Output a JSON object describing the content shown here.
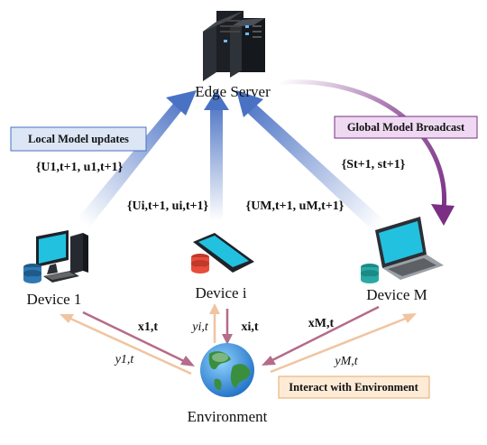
{
  "nodes": {
    "server": "Edge Server",
    "device1": "Device 1",
    "device_i": "Device i",
    "device_m": "Device M",
    "environment": "Environment"
  },
  "boxes": {
    "local_updates": "Local Model updates",
    "global_broadcast": "Global Model Broadcast",
    "interact_env": "Interact with Environment"
  },
  "uplink_labels": {
    "device1": "{U1,t+1, u1,t+1}",
    "device_i": "{Ui,t+1, ui,t+1}",
    "device_m": "{UM,t+1, uM,t+1}",
    "broadcast": "{St+1, st+1}"
  },
  "env_labels": {
    "x1": "x1,t",
    "y1": "y1,t",
    "xi": "xi,t",
    "yi": "yi,t",
    "xm": "xM,t",
    "ym": "yM,t"
  },
  "colors": {
    "uplink": "#4a72c4",
    "broadcast": "#7a2f85",
    "action_arrow": "#b56b8a",
    "obs_arrow": "#f0c4a0",
    "box_blue_bg": "#dce6f5",
    "box_purple_bg": "#efd9f2",
    "box_orange_bg": "#fdebd6"
  }
}
